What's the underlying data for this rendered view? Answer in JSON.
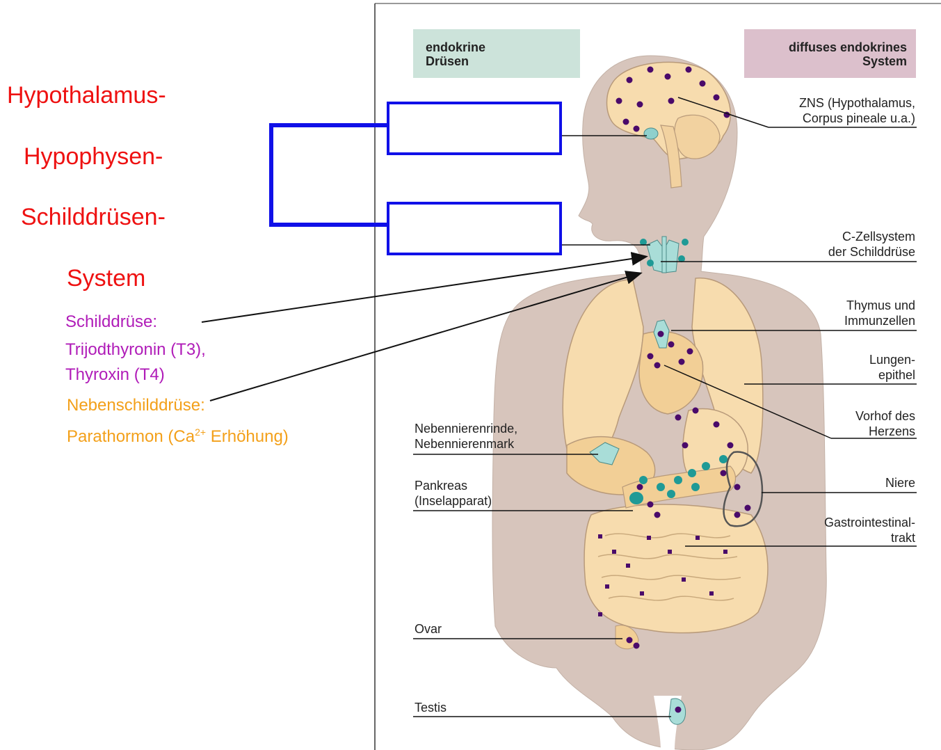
{
  "left_titles": [
    "Hypothalamus-",
    "Hypophysen-",
    "Schilddrüsen-",
    "System"
  ],
  "schilddruese": {
    "label": "Schilddrüse:",
    "lines": [
      "Trijodthyronin (T3),",
      "Thyroxin (T4)"
    ]
  },
  "nebenschilddruese": {
    "label": "Nebenschilddrüse:",
    "line_prefix": "Parathormon (Ca",
    "superscript": "2+",
    "line_suffix": " Erhöhung)"
  },
  "header_left": [
    "endokrine",
    "Drüsen"
  ],
  "header_right": [
    "diffuses endokrines",
    "System"
  ],
  "labels_right": [
    [
      "ZNS (Hypothalamus,",
      "Corpus pineale u.a.)"
    ],
    [
      "C-Zellsystem",
      "der Schilddrüse"
    ],
    [
      "Thymus und",
      "Immunzellen"
    ],
    [
      "Lungen-",
      "epithel"
    ],
    [
      "Vorhof des",
      "Herzens"
    ],
    [
      "Niere"
    ],
    [
      "Gastrointestinal-",
      "trakt"
    ]
  ],
  "labels_left": [
    [
      "Nebennierenrinde,",
      "Nebennierenmark"
    ],
    [
      "Pankreas",
      "(Inselapparat)"
    ],
    [
      "Ovar"
    ],
    [
      "Testis"
    ]
  ],
  "colors": {
    "title_red": "#ee1111",
    "purple": "#b01cb8",
    "orange": "#f3a01a",
    "blue_box": "#1010e8",
    "header_green": "#cce3da",
    "header_pink": "#dcc0cc",
    "body_skin": "#d7c5bc",
    "organ": "#f7dcae",
    "endocrine_dot": "#4a0a6a",
    "teal_gland": "#1f9a96"
  }
}
